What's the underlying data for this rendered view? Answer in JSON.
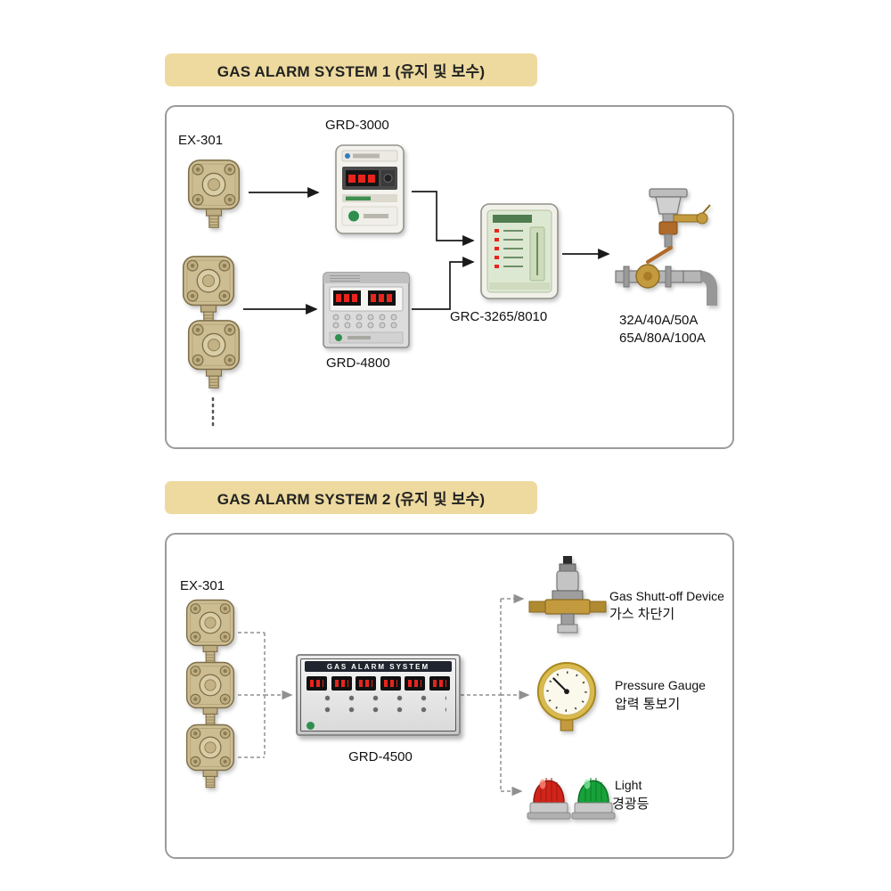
{
  "colors": {
    "banner_bg": "#eeda9f",
    "box_border": "#9b9b9b",
    "arrow_solid": "#1a1a1a",
    "arrow_dashed": "#909090",
    "led_red": "#e8241c",
    "beacon_red": "#d1251a",
    "beacon_green": "#17a23a",
    "gauge_rim": "#d9ba4e",
    "detector_brass": "#cdbd92"
  },
  "system1": {
    "title": "GAS ALARM SYSTEM 1 (유지 및 보수)",
    "detector_label": "EX-301",
    "grd3000_label": "GRD-3000",
    "grd4800_label": "GRD-4800",
    "grc_label": "GRC-3265/8010",
    "valve_sizes": [
      "32A/40A/50A",
      "65A/80A/100A"
    ]
  },
  "system2": {
    "title": "GAS ALARM SYSTEM 2 (유지 및 보수)",
    "detector_label": "EX-301",
    "panel_title": "GAS ALARM SYSTEM",
    "panel_label": "GRD-4500",
    "outputs": [
      {
        "en": "Gas Shutt-off Device",
        "ko": "가스 차단기"
      },
      {
        "en": "Pressure Gauge",
        "ko": "압력 통보기"
      },
      {
        "en": "Light",
        "ko": "경광등"
      }
    ]
  }
}
